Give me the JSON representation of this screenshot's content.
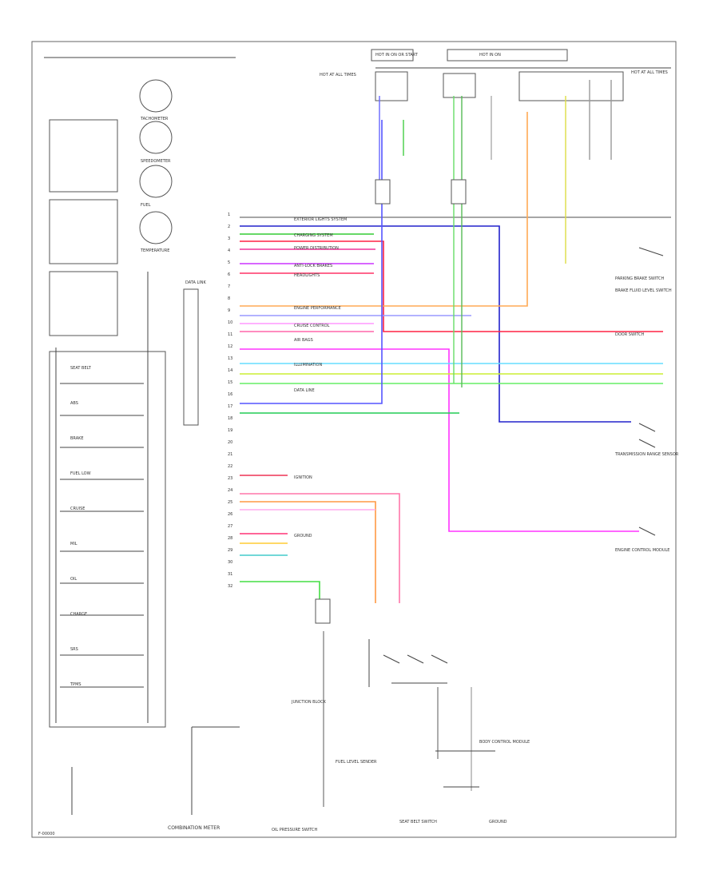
{
  "diagram": {
    "footer_code": "F-00000",
    "footer_caption": "COMBINATION METER",
    "top_fuse_labels": [
      "HOT AT ALL TIMES",
      "HOT IN ON OR START",
      "HOT IN ON",
      "HOT AT ALL TIMES"
    ],
    "gauges": [
      "TACHOMETER",
      "SPEEDOMETER",
      "FUEL",
      "TEMPERATURE"
    ],
    "indicators": [
      "SEAT BELT",
      "ABS",
      "BRAKE",
      "FUEL LOW",
      "CRUISE",
      "MIL",
      "OIL",
      "CHARGE",
      "SRS",
      "TPMS"
    ],
    "connector_caption": "DATA LINK",
    "connector_pins": [
      "1",
      "2",
      "3",
      "4",
      "5",
      "6",
      "7",
      "8",
      "9",
      "10",
      "11",
      "12",
      "13",
      "14",
      "15",
      "16",
      "17",
      "18",
      "19",
      "20",
      "21",
      "22",
      "23",
      "24",
      "25",
      "26",
      "27",
      "28",
      "29",
      "30",
      "31",
      "32"
    ],
    "wire_labels": [
      "EXTERIOR LIGHTS SYSTEM",
      "CHARGING SYSTEM",
      "POWER DISTRIBUTION",
      "ANTI-LOCK BRAKES",
      "HEADLIGHTS",
      "ENGINE PERFORMANCE",
      "CRUISE CONTROL",
      "AIR BAGS",
      "ILLUMINATION",
      "DATA LINE",
      "IGNITION",
      "GROUND"
    ],
    "right_labels": [
      "PARKING BRAKE SWITCH",
      "BRAKE FLUID LEVEL SWITCH",
      "TRANSMISSION RANGE SENSOR",
      "ENGINE CONTROL MODULE",
      "DOOR SWITCH"
    ],
    "bottom_labels": [
      "FUEL LEVEL SENDER",
      "OIL PRESSURE SWITCH",
      "SEAT BELT SWITCH",
      "GROUND",
      "BODY CONTROL MODULE",
      "JUNCTION BLOCK"
    ]
  }
}
